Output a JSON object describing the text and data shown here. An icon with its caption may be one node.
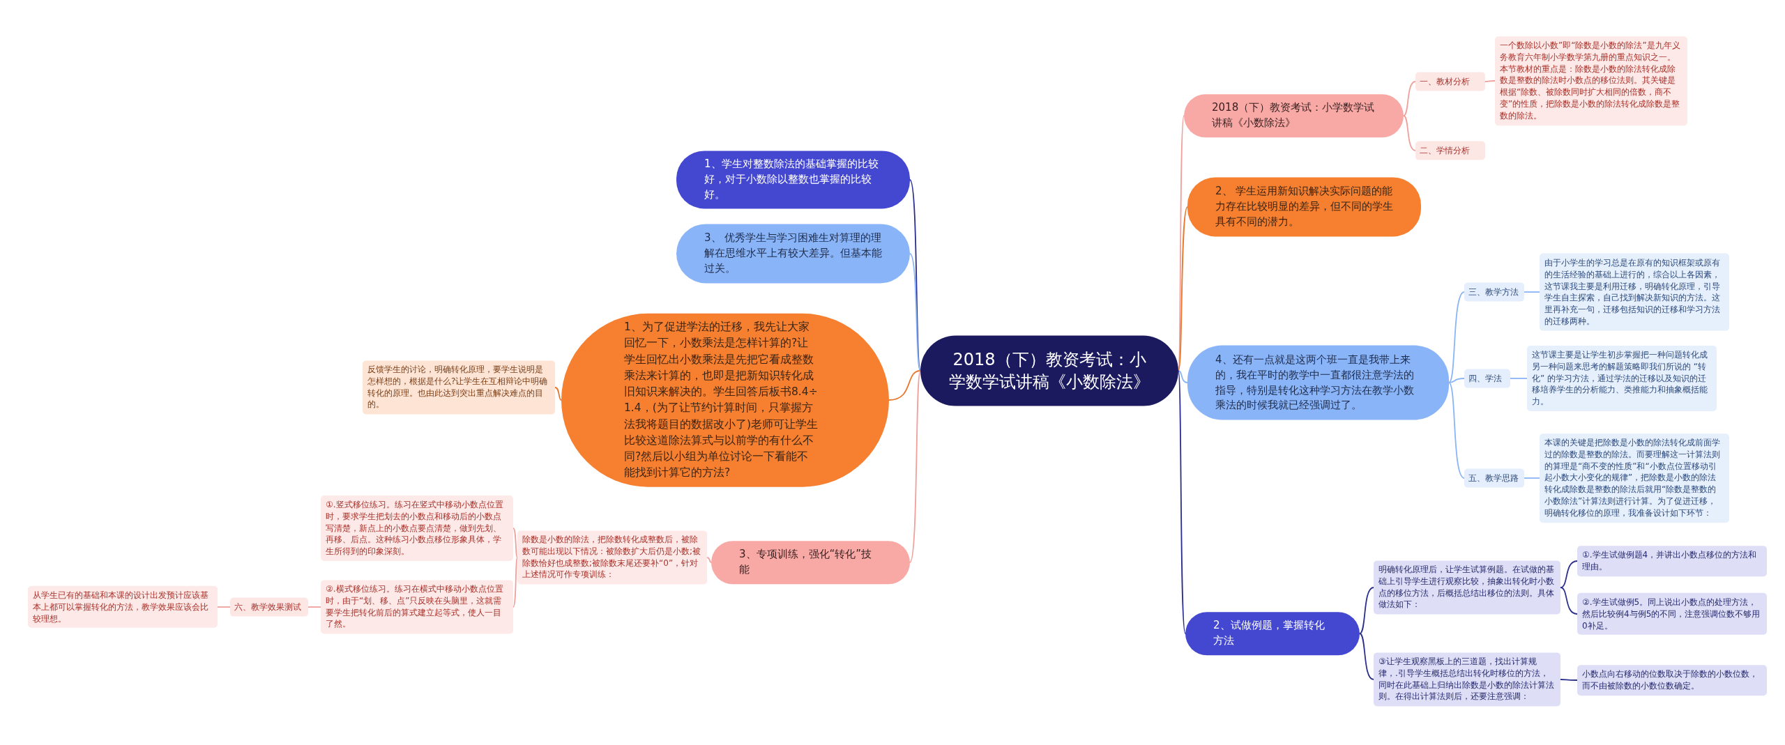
{
  "diagram": {
    "nodes": [
      {
        "text": [
          "2018（下）教资考试：小学数学试讲稿《小数除法》"
        ]
      },
      {
        "text": [
          "2018（下）教资考试：小学数学试讲稿《小数除法》"
        ]
      },
      {
        "text": [
          "一、教材分析"
        ]
      },
      {
        "text": [
          "一个数除以小数”即“除数是小数的除法”是九年义务教育六年制小学数学第九册的重点知识之一。本节教材的重点是：除数是小数的除法转化成除数是整数的除法时小数点的移位法则。其关键是根据“除数、被除数同时扩大相同的倍数，商不变”的性质，把除数是小数的除法转化成除数是整数的除法。"
        ]
      },
      {
        "text": [
          "二、学情分析"
        ]
      },
      {
        "text": [
          "2、 学生运用新知识解决实际问题的能力存在比较明显的差异，但不同的学生具有不同的潜力。"
        ]
      },
      {
        "text": [
          "4、还有一点就是这两个班一直是我带上来的，我在平时的教学中一直都很注意学法的指导，特别是转化这种学习方法在教学小数乘法的时候我就已经强调过了。"
        ]
      },
      {
        "text": [
          "三、教学方法"
        ]
      },
      {
        "text": [
          "由于小学生的学习总是在原有的知识框架或原有的生活经验的基础上进行的，综合以上各因素，这节课我主要是利用迁移，明确转化原理，引导学生自主探索，自己找到解决新知识的方法。这里再补充一句，迁移包括知识的迁移和学习方法的迁移两种。"
        ]
      },
      {
        "text": [
          "四、学法"
        ]
      },
      {
        "text": [
          "这节课主要是让学生初步掌握把一种问题转化成另一种问题来思考的解题策略即我们所说的 “转化” 的学习方法，通过学法的迁移以及知识的迁移培养学生的分析能力、类推能力和抽象概括能力。"
        ]
      },
      {
        "text": [
          "五、教学思路"
        ]
      },
      {
        "text": [
          "本课的关键是把除数是小数的除法转化成前面学过的除数是整数的除法。而要理解这一计算法则的算理是“商不变的性质”和“小数点位置移动引起小数大小变化的规律”，把除数是小数的除法转化成除数是整数的除法后就用“除数是整数的小数除法”计算法则进行计算。为了促进迁移，明确转化移位的原理，我准备设计如下环节："
        ]
      },
      {
        "text": [
          "2、试做例题，掌握转化方法"
        ]
      },
      {
        "text": [
          "明确转化原理后，让学生试算例题。在试做的基础上引导学生进行观察比较，抽象出转化时小数点的移位方法，后概括总结出移位的法则。具体做法如下："
        ]
      },
      {
        "text": [
          "①.学生试做例题4，并讲出小数点移位的方法和理由。"
        ]
      },
      {
        "text": [
          "②.学生试做例5。同上说出小数点的处理方法，然后比较例4与例5的不同，注意强调位数不够用0补足。"
        ]
      },
      {
        "text": [
          "③让学生观察黑板上的三道题，找出计算规律，.引导学生概括总结出转化时移位的方法，同时在此基础上归纳出除数是小数的除法计算法则。在得出计算法则后，还要注意强调："
        ]
      },
      {
        "text": [
          "小数点向右移动的位数取决于除数的小数位数，而不由被除数的小数位数确定。"
        ]
      },
      {
        "text": [
          "1、学生对整数除法的基础掌握的比较好，对于小数除以整数也掌握的比较好。"
        ]
      },
      {
        "text": [
          "3、 优秀学生与学习困难生对算理的理解在思维水平上有较大差异。但基本能过关。"
        ]
      },
      {
        "text": [
          "1、为了促进学法的迁移，我先让大家回忆一下，小数乘法是怎样计算的?让学生回忆出小数乘法是先把它看成整数乘法来计算的，也即是把新知识转化成旧知识来解决的。学生回答后板书8.4÷1.4，(为了让节约计算时间，只掌握方法我将题目的数据改小了)老师可让学生比较这道除法算式与以前学的有什么不同?然后以小组为单位讨论一下看能不能找到计算它的方法?"
        ]
      },
      {
        "text": [
          "反馈学生的讨论，明确转化原理，要学生说明是怎样想的，根据是什么?让学生在互相辩论中明确转化的原理。也由此达到突出重点解决难点的目的。"
        ]
      },
      {
        "text": [
          "3、专项训练，强化“转化”技能"
        ]
      },
      {
        "text": [
          "除数是小数的除法，把除数转化成整数后，被除数可能出现以下情况：被除数扩大后仍是小数;被除数恰好也成整数;被除数末尾还要补“0”，针对上述情况可作专项训练："
        ]
      },
      {
        "text": [
          "①.竖式移位练习。练习在竖式中移动小数点位置时，要求学生把划去的小数点和移动后的小数点写清楚，新点上的小数点要点清楚，做到先划、再移、后点。这种练习小数点移位形象具体，学生所得到的印象深刻。"
        ]
      },
      {
        "text": [
          "②.横式移位练习。练习在横式中移动小数点位置时，由于“划、移、点”只反映在头脑里，这就需要学生把转化前后的算式建立起等式，使人一目了然。"
        ]
      },
      {
        "text": [
          "六、教学效果测试"
        ]
      },
      {
        "text": [
          "从学生已有的基础和本课的设计出发预计应该基本上都可以掌握转化的方法，教学效果应该会比较理想。"
        ]
      }
    ],
    "edges": [
      {
        "from": 0,
        "to": 1,
        "arrow": "none"
      },
      {
        "from": 1,
        "to": 2,
        "arrow": "none"
      },
      {
        "from": 2,
        "to": 3,
        "arrow": "none"
      },
      {
        "from": 1,
        "to": 4,
        "arrow": "none"
      },
      {
        "from": 0,
        "to": 5,
        "arrow": "none",
        "color": "#e8772e"
      },
      {
        "from": 0,
        "to": 6,
        "arrow": "none",
        "color": "#8ab4f8"
      },
      {
        "from": 6,
        "to": 7,
        "arrow": "none",
        "color": "#8ab4f8"
      },
      {
        "from": 7,
        "to": 8,
        "arrow": "none",
        "color": "#8ab4f8"
      },
      {
        "from": 6,
        "to": 9,
        "arrow": "none",
        "color": "#8ab4f8"
      },
      {
        "from": 9,
        "to": 10,
        "arrow": "none",
        "color": "#8ab4f8"
      },
      {
        "from": 6,
        "to": 11,
        "arrow": "none",
        "color": "#8ab4f8"
      },
      {
        "from": 11,
        "to": 12,
        "arrow": "none",
        "color": "#8ab4f8"
      },
      {
        "from": 0,
        "to": 13,
        "arrow": "none",
        "color": "#2b2f8c"
      },
      {
        "from": 13,
        "to": 14,
        "arrow": "none",
        "color": "#2b2f8c"
      },
      {
        "from": 14,
        "to": 15,
        "arrow": "none",
        "color": "#2b2f8c"
      },
      {
        "from": 14,
        "to": 16,
        "arrow": "none",
        "color": "#2b2f8c"
      },
      {
        "from": 13,
        "to": 17,
        "arrow": "none",
        "color": "#2b2f8c"
      },
      {
        "from": 17,
        "to": 18,
        "arrow": "none",
        "color": "#2b2f8c"
      },
      {
        "from": 0,
        "to": 19,
        "arrow": "none",
        "color": "#2b2f8c"
      },
      {
        "from": 0,
        "to": 20,
        "arrow": "none",
        "color": "#8ab4f8"
      },
      {
        "from": 0,
        "to": 21,
        "arrow": "none",
        "color": "#e8772e"
      },
      {
        "from": 21,
        "to": 22,
        "arrow": "none",
        "color": "#e8772e"
      },
      {
        "from": 0,
        "to": 23,
        "arrow": "none"
      },
      {
        "from": 23,
        "to": 24,
        "arrow": "none"
      },
      {
        "from": 24,
        "to": 25,
        "arrow": "none"
      },
      {
        "from": 24,
        "to": 26,
        "arrow": "none"
      },
      {
        "from": 26,
        "to": 27,
        "arrow": "none"
      },
      {
        "from": 27,
        "to": 28,
        "arrow": "none"
      }
    ]
  }
}
